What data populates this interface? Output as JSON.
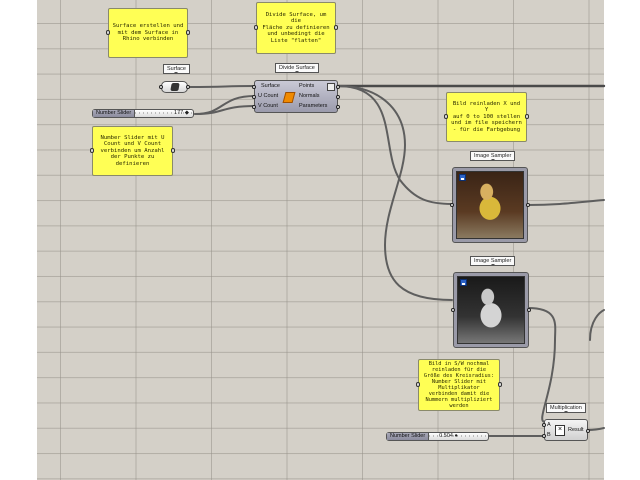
{
  "canvas": {
    "background": "#d4d0c8",
    "panel_color": "#ffff55"
  },
  "panels": [
    {
      "id": "surface-note",
      "text": "Surface erstellen und\nmit dem Surface in\nRhino verbinden"
    },
    {
      "id": "divide-note",
      "text": "Divide Surface, um die\nFläche zu definieren\nund unbedingt die\nListe \"flatten\""
    },
    {
      "id": "slider-note",
      "text": "Number Slider mit U\nCount und V Count\nverbinden um Anzahl\nder Punkte zu\ndefinieren"
    },
    {
      "id": "color-note",
      "text": "Bild reinladen X und Y\nauf 0 to 100 stellen\nund im file speichern\n- für die Farbgebung"
    },
    {
      "id": "bw-note",
      "text": "Bild in S/W nochmal\nreinladen für die\nGröße des Kreisradius:\nNumber Slider mit\nMultiplikator\nverbinden damit die\nNummern multipliziert\nwerden"
    }
  ],
  "components": {
    "surface": {
      "tag": "Surface"
    },
    "divide_surface": {
      "tag": "Divide Surface",
      "inputs": [
        "Surface",
        "U Count",
        "V Count"
      ],
      "outputs": [
        "Points",
        "Normals",
        "Parameters"
      ]
    },
    "slider1": {
      "name": "Number Slider",
      "value": "177"
    },
    "image_sampler_color": {
      "tag": "Image Sampler"
    },
    "image_sampler_bw": {
      "tag": "Image Sampler"
    },
    "multiplication": {
      "tag": "Multiplication",
      "inputs": [
        "A",
        "B"
      ],
      "output": "Result",
      "symbol": "×"
    },
    "slider2": {
      "name": "Number Slider",
      "value": "0.504"
    }
  }
}
